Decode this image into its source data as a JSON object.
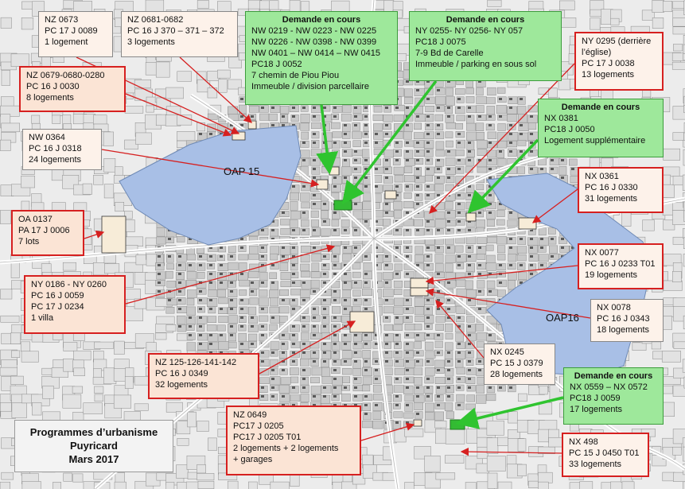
{
  "title": {
    "line1": "Programmes d’urbanisme",
    "line2": "Puyricard",
    "line3": "Mars 2017"
  },
  "zones": {
    "oap15": "OAP 15",
    "oap16": "OAP16"
  },
  "labels": {
    "nz0673": [
      "NZ 0673",
      "PC 17 J 0089",
      "1 logement"
    ],
    "nz0681": [
      "NZ 0681-0682",
      "PC 16 J 370 – 371 – 372",
      "3 logements"
    ],
    "nz0679": [
      "NZ 0679-0680-0280",
      "PC 16 J 0030",
      "8 logements"
    ],
    "nw0364": [
      "NW 0364",
      "PC 16 J 0318",
      "24 logements"
    ],
    "oa0137": [
      "OA 0137",
      "PA 17 J 0006",
      "7 lots"
    ],
    "ny0186": [
      "NY 0186 - NY 0260",
      "PC 16 J 0059",
      "PC 17 J 0234",
      "1 villa"
    ],
    "nz125": [
      "NZ 125-126-141-142",
      "PC 16 J 0349",
      "32 logements"
    ],
    "nz0649": [
      "NZ 0649",
      "PC17 J 0205",
      "PC17 J 0205 T01",
      "2 logements + 2 logements",
      "+ garages"
    ],
    "ny0295": [
      "NY 0295 (derrière",
      "l’église)",
      "PC 17 J 0038",
      "13 logements"
    ],
    "nx0361": [
      "NX 0361",
      "PC 16 J 0330",
      "31 logements"
    ],
    "nx0077": [
      "NX 0077",
      "PC 16 J 0233 T01",
      "19 logements"
    ],
    "nx0078": [
      "NX 0078",
      "PC 16 J 0343",
      "18 logements"
    ],
    "nx0245": [
      "NX 0245",
      "PC 15 J 0379",
      "28 logements"
    ],
    "nx498": [
      "NX 498",
      "PC 15 J 0450 T01",
      "33 logements"
    ]
  },
  "demandes": {
    "d1": {
      "header": "Demande en cours",
      "lines": [
        "NW 0219 - NW 0223 - NW 0225",
        "NW 0226 - NW 0398 - NW 0399",
        "NW 0401 – NW 0414 – NW 0415",
        "PC18 J 0052",
        "7 chemin de Piou Piou",
        "Immeuble / division parcellaire"
      ]
    },
    "d2": {
      "header": "Demande en cours",
      "lines": [
        "NY 0255- NY 0256- NY 057",
        "PC18 J 0075",
        "7-9 Bd de Carelle",
        "Immeuble / parking en sous sol"
      ]
    },
    "d3": {
      "header": "Demande en cours",
      "lines": [
        "NX 0381",
        "PC18 J 0050",
        "Logement supplémentaire"
      ]
    },
    "d4": {
      "header": "Demande en cours",
      "lines": [
        "NX 0559 – NX 0572",
        "PC18 J 0059",
        "17 logements"
      ]
    }
  },
  "colors": {
    "oap_fill": "#a8bfe6",
    "annotation_red": "#d62020",
    "demande_green": "#9ee89b",
    "arrow_green": "#2fc42f"
  }
}
